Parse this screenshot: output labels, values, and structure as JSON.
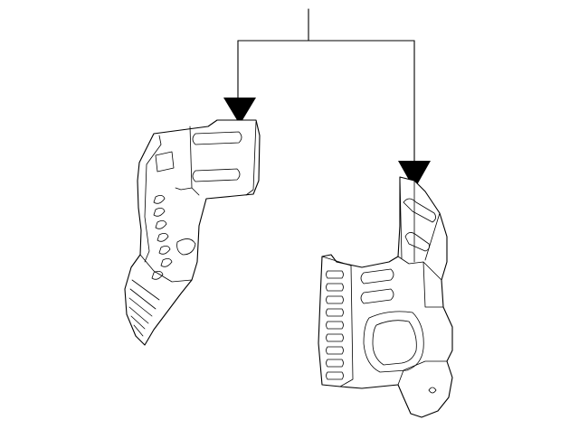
{
  "diagram": {
    "kind": "parts-illustration",
    "parts": [
      {
        "name": "left-heat-shield",
        "shape": "bracket-shield"
      },
      {
        "name": "right-heat-shield",
        "shape": "bracket-shield"
      }
    ],
    "callout": {
      "style": "tree-leader",
      "targets": [
        "left-heat-shield",
        "right-heat-shield"
      ]
    },
    "colors": {
      "stroke": "#000000",
      "background": "#ffffff",
      "fill": "#ffffff"
    }
  }
}
